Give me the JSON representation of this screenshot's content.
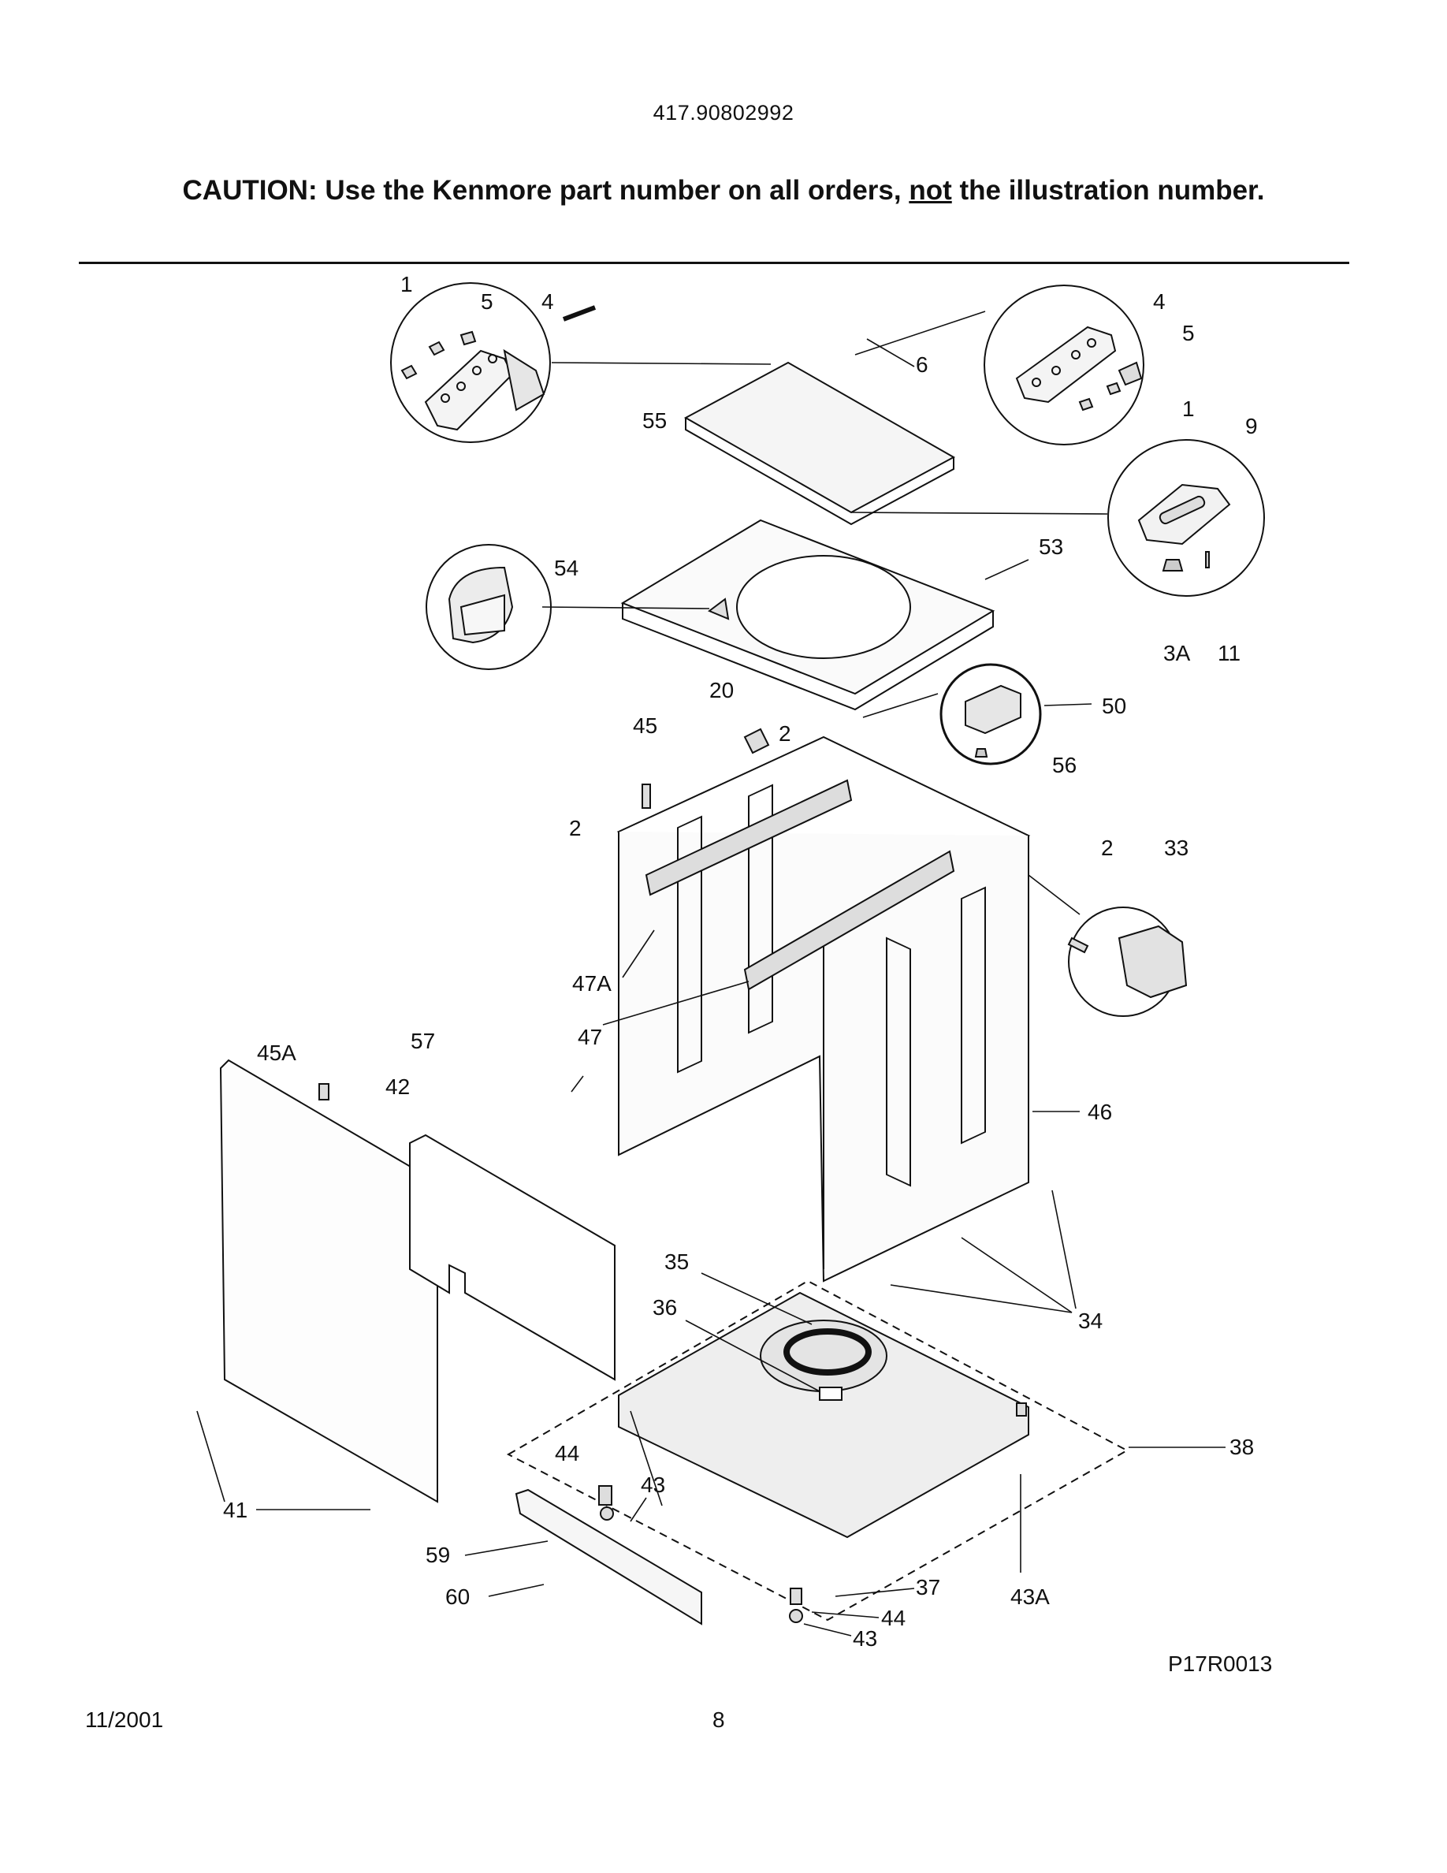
{
  "header": {
    "model_number": "417.90802992",
    "caution_prefix": "CAUTION: Use the Kenmore part number on all orders, ",
    "caution_emphasis": "not",
    "caution_suffix": " the illustration number."
  },
  "diagram": {
    "code": "P17R0013",
    "callouts": {
      "c1a": "1",
      "c5a": "5",
      "c4a": "4",
      "c55": "55",
      "c6": "6",
      "c4b": "4",
      "c5b": "5",
      "c1b": "1",
      "c9": "9",
      "c54": "54",
      "c53": "53",
      "c3a": "3A",
      "c11": "11",
      "c20": "20",
      "c45": "45",
      "c2a": "2",
      "c50": "50",
      "c56": "56",
      "c2b": "2",
      "c2c": "2",
      "c33": "33",
      "c47a": "47A",
      "c47": "47",
      "c45a": "45A",
      "c57": "57",
      "c42": "42",
      "c46": "46",
      "c35": "35",
      "c36": "36",
      "c34": "34",
      "c38": "38",
      "c41": "41",
      "c44a": "44",
      "c43a": "43",
      "c59": "59",
      "c60": "60",
      "c37": "37",
      "c44b": "44",
      "c43b": "43",
      "c43c": "43A"
    }
  },
  "footer": {
    "date": "11/2001",
    "page": "8"
  }
}
